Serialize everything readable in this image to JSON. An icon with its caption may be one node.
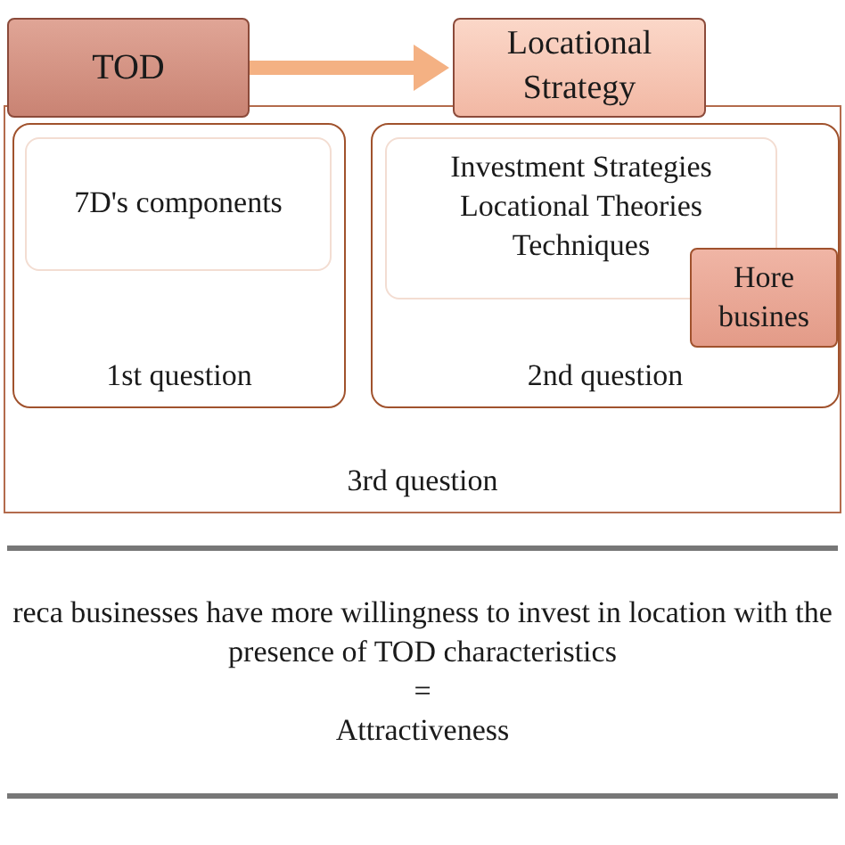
{
  "diagram": {
    "nodes": [
      {
        "text": [
          "TOD"
        ]
      },
      {
        "text": [
          "Locational Strategy"
        ]
      },
      {
        "text": [
          "3rd question"
        ]
      },
      {
        "text": [
          "1st question"
        ],
        "in": 2
      },
      {
        "text": [
          "7D's components"
        ],
        "in": 3
      },
      {
        "text": [
          "2nd question"
        ],
        "in": 2
      },
      {
        "text": [
          "Investment Strategies",
          "Locational Theories",
          "Techniques"
        ],
        "in": 5
      },
      {
        "text": [
          "Hore busines"
        ],
        "in": 5
      },
      {
        "text": [
          "reca businesses have more willingness to invest in location with the presence of TOD characteristics",
          "=",
          "Attractiveness"
        ]
      }
    ],
    "edges": [
      {
        "from": 0,
        "to": 1,
        "arrow": "to",
        "color": "#f4b183"
      }
    ]
  }
}
